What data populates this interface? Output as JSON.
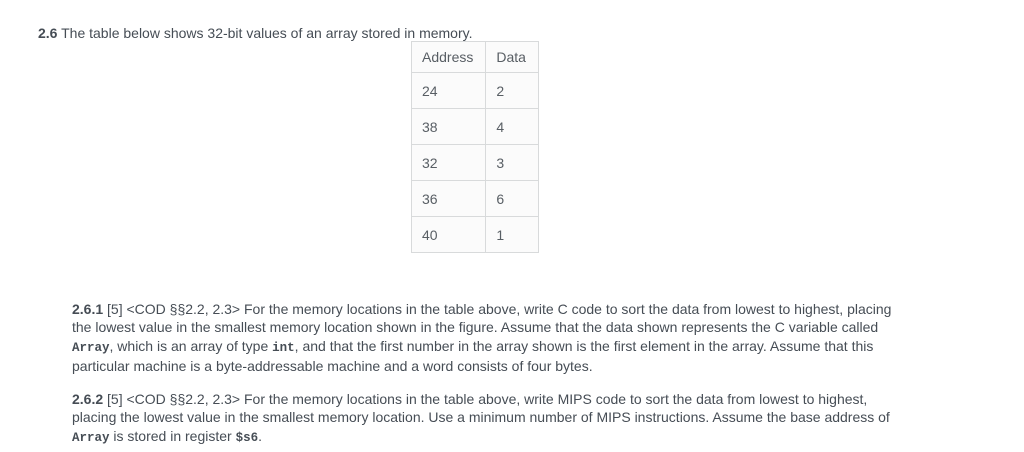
{
  "heading": {
    "number": "2.6",
    "text": " The table below shows 32-bit values of an array stored in memory."
  },
  "table": {
    "headers": [
      "Address",
      "Data"
    ],
    "rows": [
      [
        "24",
        "2"
      ],
      [
        "38",
        "4"
      ],
      [
        "32",
        "3"
      ],
      [
        "36",
        "6"
      ],
      [
        "40",
        "1"
      ]
    ]
  },
  "questions": [
    {
      "id": "2.6.1",
      "segments": [
        {
          "style": "bold",
          "text": "2.6.1"
        },
        {
          "style": "plain",
          "text": " [5] <COD §§2.2, 2.3> For the memory locations in the table above, write C code to sort the data from lowest to highest, placing the lowest value in the smallest memory location shown in the figure. Assume that the data shown represents the C variable called "
        },
        {
          "style": "code",
          "text": "Array"
        },
        {
          "style": "plain",
          "text": ", which is an array of type "
        },
        {
          "style": "code",
          "text": "int"
        },
        {
          "style": "plain",
          "text": ", and that the first number in the array shown is the first element in the array. Assume that this particular machine is a byte-addressable machine and a word consists of four bytes."
        }
      ]
    },
    {
      "id": "2.6.2",
      "segments": [
        {
          "style": "bold",
          "text": "2.6.2"
        },
        {
          "style": "plain",
          "text": " [5] <COD §§2.2, 2.3> For the memory locations in the table above, write MIPS code to sort the data from lowest to highest, placing the lowest value in the smallest memory location. Use a minimum number of MIPS instructions. Assume the base address of "
        },
        {
          "style": "code",
          "text": "Array"
        },
        {
          "style": "plain",
          "text": " is stored in register "
        },
        {
          "style": "code",
          "text": "$s6"
        },
        {
          "style": "plain",
          "text": "."
        }
      ]
    }
  ],
  "colors": {
    "page_background": "#ffffff",
    "body_text": "#464d55",
    "table_text": "#585e64",
    "table_outer_border": "#b5b8bb",
    "table_inner_border": "#d8dadb",
    "table_cell_background": "#fbfbfb"
  }
}
